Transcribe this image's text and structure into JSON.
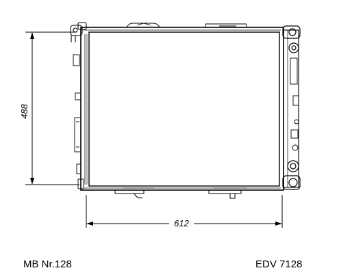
{
  "drawing": {
    "height_dimension": "488",
    "width_dimension": "612"
  },
  "labels": {
    "model": "MB Nr.128",
    "part_number": "EDV 7128"
  },
  "colors": {
    "ink": "#000000",
    "paper": "#ffffff"
  }
}
